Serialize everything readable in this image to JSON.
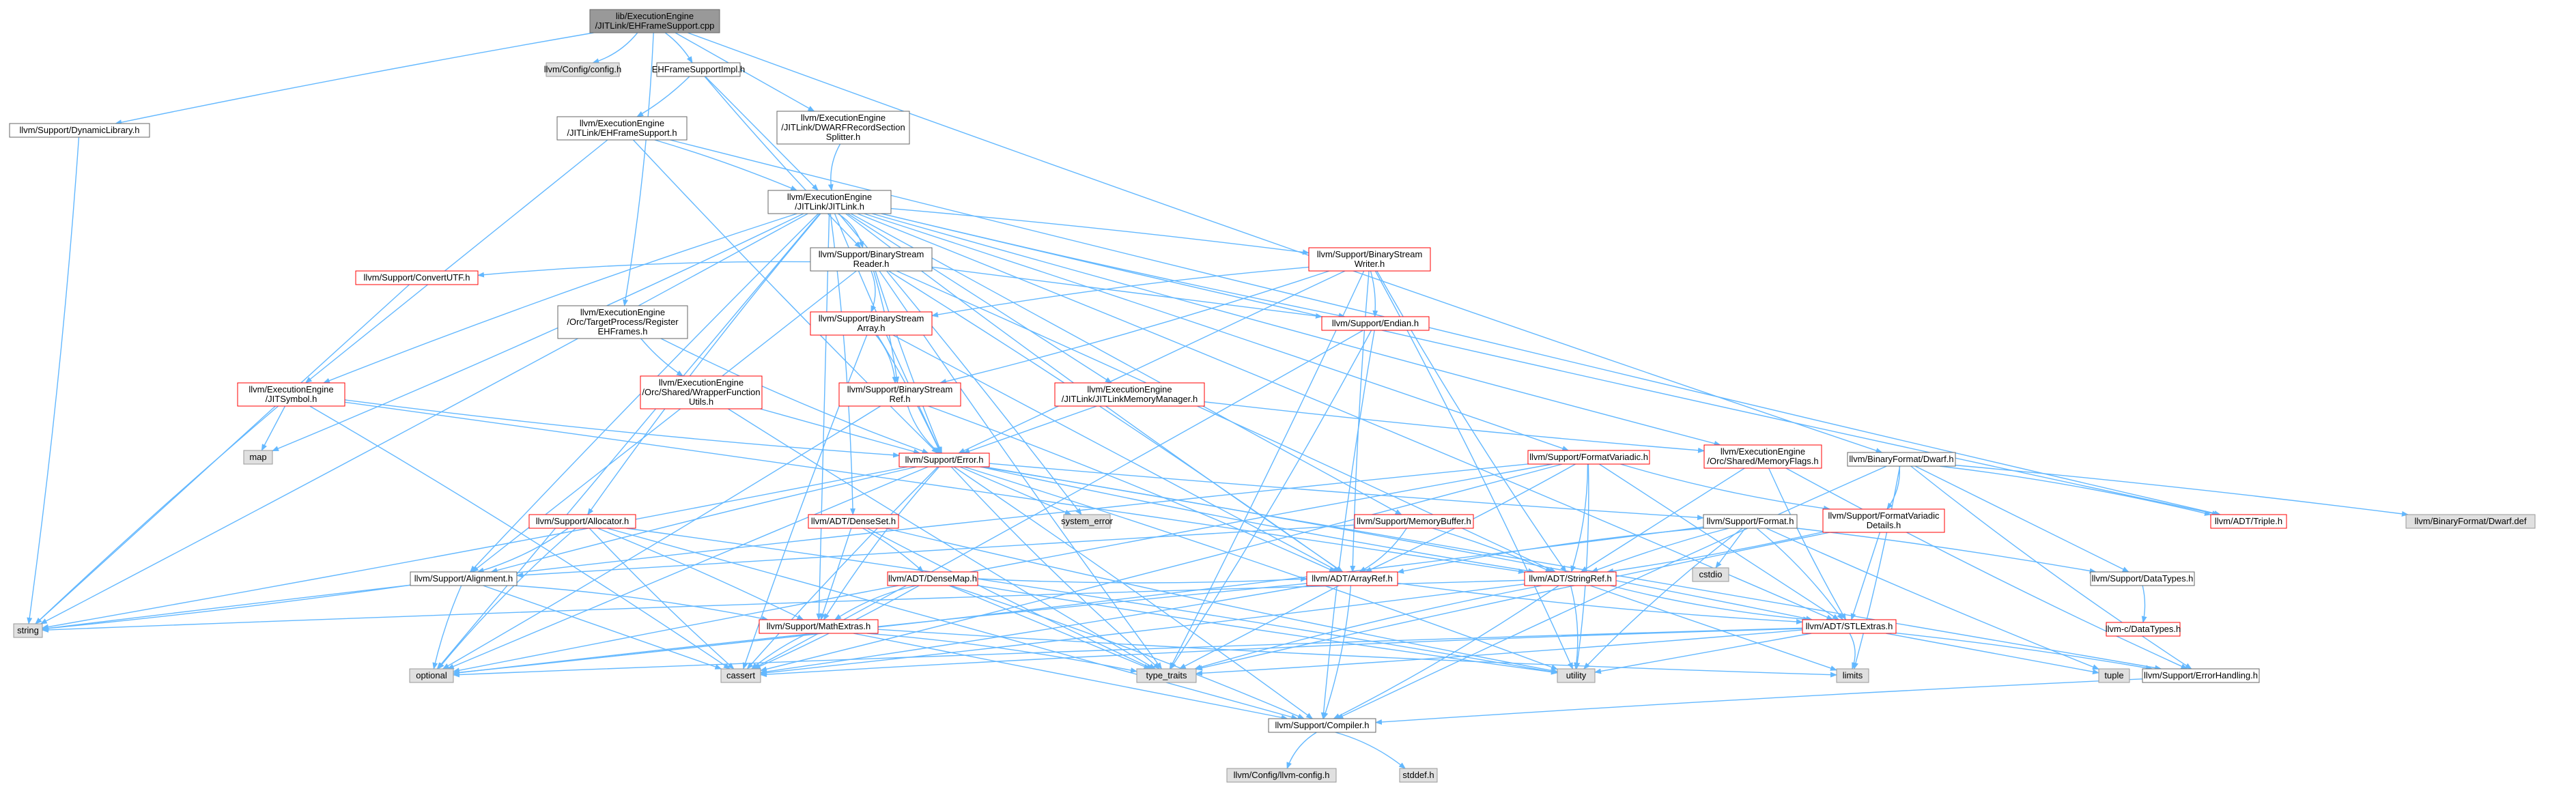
{
  "colors": {
    "edge": "#63b8ff",
    "root_fill": "#999999",
    "root_stroke": "#666666",
    "plain_fill": "#ffffff",
    "plain_stroke": "#666666",
    "red_fill": "#ffffff",
    "red_stroke": "#ff0000",
    "system_fill": "#e0e0e0",
    "system_stroke": "#999999"
  },
  "nodes": [
    {
      "id": "root",
      "lines": [
        "lib/ExecutionEngine",
        "/JITLink/EHFrameSupport.cpp"
      ],
      "style": "root"
    },
    {
      "id": "config",
      "lines": [
        "llvm/Config/config.h"
      ],
      "style": "system"
    },
    {
      "id": "ehimpl",
      "lines": [
        "EHFrameSupportImpl.h"
      ],
      "style": "plain"
    },
    {
      "id": "dwarfsplit",
      "lines": [
        "llvm/ExecutionEngine",
        "/JITLink/DWARFRecordSection",
        "Splitter.h"
      ],
      "style": "plain"
    },
    {
      "id": "dynlib",
      "lines": [
        "llvm/Support/DynamicLibrary.h"
      ],
      "style": "plain"
    },
    {
      "id": "ehsupport",
      "lines": [
        "llvm/ExecutionEngine",
        "/JITLink/EHFrameSupport.h"
      ],
      "style": "plain"
    },
    {
      "id": "jitlink",
      "lines": [
        "llvm/ExecutionEngine",
        "/JITLink/JITLink.h"
      ],
      "style": "plain"
    },
    {
      "id": "bsreader",
      "lines": [
        "llvm/Support/BinaryStream",
        "Reader.h"
      ],
      "style": "plain"
    },
    {
      "id": "bswriter",
      "lines": [
        "llvm/Support/BinaryStream",
        "Writer.h"
      ],
      "style": "red"
    },
    {
      "id": "convutf",
      "lines": [
        "llvm/Support/ConvertUTF.h"
      ],
      "style": "red"
    },
    {
      "id": "regeh",
      "lines": [
        "llvm/ExecutionEngine",
        "/Orc/TargetProcess/Register",
        "EHFrames.h"
      ],
      "style": "plain"
    },
    {
      "id": "bsarray",
      "lines": [
        "llvm/Support/BinaryStream",
        "Array.h"
      ],
      "style": "red"
    },
    {
      "id": "endian",
      "lines": [
        "llvm/Support/Endian.h"
      ],
      "style": "red"
    },
    {
      "id": "jitsym",
      "lines": [
        "llvm/ExecutionEngine",
        "/JITSymbol.h"
      ],
      "style": "red"
    },
    {
      "id": "wrapper",
      "lines": [
        "llvm/ExecutionEngine",
        "/Orc/Shared/WrapperFunction",
        "Utils.h"
      ],
      "style": "red"
    },
    {
      "id": "bsref",
      "lines": [
        "llvm/Support/BinaryStream",
        "Ref.h"
      ],
      "style": "red"
    },
    {
      "id": "jitmem",
      "lines": [
        "llvm/ExecutionEngine",
        "/JITLink/JITLinkMemoryManager.h"
      ],
      "style": "red"
    },
    {
      "id": "fmtvariadic",
      "lines": [
        "llvm/Support/FormatVariadic.h"
      ],
      "style": "red"
    },
    {
      "id": "memflags",
      "lines": [
        "llvm/ExecutionEngine",
        "/Orc/Shared/MemoryFlags.h"
      ],
      "style": "red"
    },
    {
      "id": "dwarf",
      "lines": [
        "llvm/BinaryFormat/Dwarf.h"
      ],
      "style": "plain"
    },
    {
      "id": "map",
      "lines": [
        "map"
      ],
      "style": "system"
    },
    {
      "id": "error",
      "lines": [
        "llvm/Support/Error.h"
      ],
      "style": "red"
    },
    {
      "id": "syserr",
      "lines": [
        "system_error"
      ],
      "style": "system"
    },
    {
      "id": "allocator",
      "lines": [
        "llvm/Support/Allocator.h"
      ],
      "style": "red"
    },
    {
      "id": "denseset",
      "lines": [
        "llvm/ADT/DenseSet.h"
      ],
      "style": "red"
    },
    {
      "id": "membuf",
      "lines": [
        "llvm/Support/MemoryBuffer.h"
      ],
      "style": "red"
    },
    {
      "id": "format",
      "lines": [
        "llvm/Support/Format.h"
      ],
      "style": "plain"
    },
    {
      "id": "fvdetails",
      "lines": [
        "llvm/Support/FormatVariadic",
        "Details.h"
      ],
      "style": "red"
    },
    {
      "id": "triple",
      "lines": [
        "llvm/ADT/Triple.h"
      ],
      "style": "red"
    },
    {
      "id": "dwarfdef",
      "lines": [
        "llvm/BinaryFormat/Dwarf.def"
      ],
      "style": "system"
    },
    {
      "id": "densemap",
      "lines": [
        "llvm/ADT/DenseMap.h"
      ],
      "style": "red"
    },
    {
      "id": "alignment",
      "lines": [
        "llvm/Support/Alignment.h"
      ],
      "style": "plain"
    },
    {
      "id": "cstdio",
      "lines": [
        "cstdio"
      ],
      "style": "system"
    },
    {
      "id": "arrayref",
      "lines": [
        "llvm/ADT/ArrayRef.h"
      ],
      "style": "red"
    },
    {
      "id": "stringref",
      "lines": [
        "llvm/ADT/StringRef.h"
      ],
      "style": "red"
    },
    {
      "id": "datatypes",
      "lines": [
        "llvm/Support/DataTypes.h"
      ],
      "style": "plain"
    },
    {
      "id": "cdatatypes",
      "lines": [
        "llvm-c/DataTypes.h"
      ],
      "style": "red"
    },
    {
      "id": "string",
      "lines": [
        "string"
      ],
      "style": "system"
    },
    {
      "id": "mathextras",
      "lines": [
        "llvm/Support/MathExtras.h"
      ],
      "style": "red"
    },
    {
      "id": "stlextras",
      "lines": [
        "llvm/ADT/STLExtras.h"
      ],
      "style": "red"
    },
    {
      "id": "optional",
      "lines": [
        "optional"
      ],
      "style": "system"
    },
    {
      "id": "cassert",
      "lines": [
        "cassert"
      ],
      "style": "system"
    },
    {
      "id": "typetraits",
      "lines": [
        "type_traits"
      ],
      "style": "system"
    },
    {
      "id": "utility",
      "lines": [
        "utility"
      ],
      "style": "system"
    },
    {
      "id": "limits",
      "lines": [
        "limits"
      ],
      "style": "system"
    },
    {
      "id": "tuple",
      "lines": [
        "tuple"
      ],
      "style": "system"
    },
    {
      "id": "errhandling",
      "lines": [
        "llvm/Support/ErrorHandling.h"
      ],
      "style": "plain"
    },
    {
      "id": "compiler",
      "lines": [
        "llvm/Support/Compiler.h"
      ],
      "style": "plain"
    },
    {
      "id": "llvmconfig",
      "lines": [
        "llvm/Config/llvm-config.h"
      ],
      "style": "system"
    },
    {
      "id": "stddef",
      "lines": [
        "stddef.h"
      ],
      "style": "system"
    }
  ],
  "edges": [
    [
      "root",
      "config"
    ],
    [
      "root",
      "ehimpl"
    ],
    [
      "root",
      "dwarfsplit"
    ],
    [
      "root",
      "dynlib"
    ],
    [
      "root",
      "dwarf"
    ],
    [
      "root",
      "regeh"
    ],
    [
      "ehimpl",
      "ehsupport"
    ],
    [
      "ehimpl",
      "jitlink"
    ],
    [
      "ehimpl",
      "bsreader"
    ],
    [
      "dwarfsplit",
      "jitlink"
    ],
    [
      "dynlib",
      "string"
    ],
    [
      "ehsupport",
      "jitlink"
    ],
    [
      "ehsupport",
      "jitsym"
    ],
    [
      "ehsupport",
      "error"
    ],
    [
      "ehsupport",
      "triple"
    ],
    [
      "jitlink",
      "bsreader"
    ],
    [
      "jitlink",
      "bswriter"
    ],
    [
      "jitlink",
      "jitmem"
    ],
    [
      "jitlink",
      "memflags"
    ],
    [
      "jitlink",
      "jitsym"
    ],
    [
      "jitlink",
      "map"
    ],
    [
      "jitlink",
      "string"
    ],
    [
      "jitlink",
      "optional"
    ],
    [
      "jitlink",
      "error"
    ],
    [
      "jitlink",
      "allocator"
    ],
    [
      "jitlink",
      "denseset"
    ],
    [
      "jitlink",
      "fmtvariadic"
    ],
    [
      "jitlink",
      "membuf"
    ],
    [
      "jitlink",
      "endian"
    ],
    [
      "jitlink",
      "triple"
    ],
    [
      "jitlink",
      "stlextras"
    ],
    [
      "jitlink",
      "syserr"
    ],
    [
      "jitlink",
      "mathextras"
    ],
    [
      "jitlink",
      "alignment"
    ],
    [
      "jitlink",
      "arrayref"
    ],
    [
      "bsreader",
      "bsarray"
    ],
    [
      "bsreader",
      "bsref"
    ],
    [
      "bsreader",
      "endian"
    ],
    [
      "bsreader",
      "error"
    ],
    [
      "bsreader",
      "convutf"
    ],
    [
      "bsreader",
      "arrayref"
    ],
    [
      "bsreader",
      "stringref"
    ],
    [
      "bsreader",
      "alignment"
    ],
    [
      "bsreader",
      "typetraits"
    ],
    [
      "bswriter",
      "bsarray"
    ],
    [
      "bswriter",
      "bsref"
    ],
    [
      "bswriter",
      "endian"
    ],
    [
      "bswriter",
      "error"
    ],
    [
      "bswriter",
      "arrayref"
    ],
    [
      "bswriter",
      "stringref"
    ],
    [
      "bswriter",
      "utility"
    ],
    [
      "bswriter",
      "typetraits"
    ],
    [
      "convutf",
      "string"
    ],
    [
      "regeh",
      "wrapper"
    ],
    [
      "regeh",
      "error"
    ],
    [
      "bsarray",
      "bsref"
    ],
    [
      "bsarray",
      "error"
    ],
    [
      "bsarray",
      "arrayref"
    ],
    [
      "bsarray",
      "cassert"
    ],
    [
      "endian",
      "compiler"
    ],
    [
      "endian",
      "typetraits"
    ],
    [
      "endian",
      "cassert"
    ],
    [
      "jitsym",
      "map"
    ],
    [
      "jitsym",
      "string"
    ],
    [
      "jitsym",
      "error"
    ],
    [
      "jitsym",
      "cassert"
    ],
    [
      "jitsym",
      "stringref"
    ],
    [
      "wrapper",
      "error"
    ],
    [
      "wrapper",
      "typetraits"
    ],
    [
      "bsref",
      "error"
    ],
    [
      "bsref",
      "arrayref"
    ],
    [
      "bsref",
      "optional"
    ],
    [
      "jitmem",
      "error"
    ],
    [
      "jitmem",
      "memflags"
    ],
    [
      "fmtvariadic",
      "fvdetails"
    ],
    [
      "fmtvariadic",
      "stringref"
    ],
    [
      "fmtvariadic",
      "arrayref"
    ],
    [
      "fmtvariadic",
      "stlextras"
    ],
    [
      "fmtvariadic",
      "optional"
    ],
    [
      "fmtvariadic",
      "string"
    ],
    [
      "fmtvariadic",
      "utility"
    ],
    [
      "fmtvariadic",
      "cassert"
    ],
    [
      "memflags",
      "stringref"
    ],
    [
      "memflags",
      "stlextras"
    ],
    [
      "memflags",
      "errhandling"
    ],
    [
      "dwarf",
      "triple"
    ],
    [
      "dwarf",
      "dwarfdef"
    ],
    [
      "dwarf",
      "datatypes"
    ],
    [
      "dwarf",
      "compiler"
    ],
    [
      "dwarf",
      "errhandling"
    ],
    [
      "dwarf",
      "fvdetails"
    ],
    [
      "dwarf",
      "limits"
    ],
    [
      "error",
      "syserr"
    ],
    [
      "error",
      "format"
    ],
    [
      "error",
      "stringref"
    ],
    [
      "error",
      "stlextras"
    ],
    [
      "error",
      "string"
    ],
    [
      "error",
      "optional"
    ],
    [
      "error",
      "cassert"
    ],
    [
      "error",
      "typetraits"
    ],
    [
      "error",
      "utility"
    ],
    [
      "error",
      "compiler"
    ],
    [
      "error",
      "errhandling"
    ],
    [
      "error",
      "alignment"
    ],
    [
      "error",
      "mathextras"
    ],
    [
      "allocator",
      "alignment"
    ],
    [
      "allocator",
      "mathextras"
    ],
    [
      "allocator",
      "compiler"
    ],
    [
      "allocator",
      "cassert"
    ],
    [
      "allocator",
      "optional"
    ],
    [
      "allocator",
      "utility"
    ],
    [
      "denseset",
      "densemap"
    ],
    [
      "denseset",
      "mathextras"
    ],
    [
      "denseset",
      "typetraits"
    ],
    [
      "denseset",
      "utility"
    ],
    [
      "membuf",
      "arrayref"
    ],
    [
      "membuf",
      "stringref"
    ],
    [
      "membuf",
      "alignment"
    ],
    [
      "format",
      "stringref"
    ],
    [
      "format",
      "arrayref"
    ],
    [
      "format",
      "stlextras"
    ],
    [
      "format",
      "datatypes"
    ],
    [
      "format",
      "cstdio"
    ],
    [
      "format",
      "tuple"
    ],
    [
      "format",
      "utility"
    ],
    [
      "format",
      "optional"
    ],
    [
      "fvdetails",
      "stringref"
    ],
    [
      "fvdetails",
      "stlextras"
    ],
    [
      "fvdetails",
      "typetraits"
    ],
    [
      "densemap",
      "mathextras"
    ],
    [
      "densemap",
      "compiler"
    ],
    [
      "densemap",
      "cassert"
    ],
    [
      "densemap",
      "typetraits"
    ],
    [
      "densemap",
      "utility"
    ],
    [
      "densemap",
      "arrayref"
    ],
    [
      "alignment",
      "mathextras"
    ],
    [
      "alignment",
      "string"
    ],
    [
      "alignment",
      "cassert"
    ],
    [
      "alignment",
      "optional"
    ],
    [
      "arrayref",
      "stlextras"
    ],
    [
      "arrayref",
      "compiler"
    ],
    [
      "arrayref",
      "cassert"
    ],
    [
      "arrayref",
      "typetraits"
    ],
    [
      "arrayref",
      "optional"
    ],
    [
      "stringref",
      "stlextras"
    ],
    [
      "stringref",
      "compiler"
    ],
    [
      "stringref",
      "cassert"
    ],
    [
      "stringref",
      "limits"
    ],
    [
      "stringref",
      "string"
    ],
    [
      "stringref",
      "typetraits"
    ],
    [
      "stringref",
      "utility"
    ],
    [
      "datatypes",
      "cdatatypes"
    ],
    [
      "mathextras",
      "compiler"
    ],
    [
      "mathextras",
      "cassert"
    ],
    [
      "mathextras",
      "limits"
    ],
    [
      "mathextras",
      "typetraits"
    ],
    [
      "stlextras",
      "errhandling"
    ],
    [
      "stlextras",
      "tuple"
    ],
    [
      "stlextras",
      "optional"
    ],
    [
      "stlextras",
      "cassert"
    ],
    [
      "stlextras",
      "limits"
    ],
    [
      "stlextras",
      "typetraits"
    ],
    [
      "stlextras",
      "utility"
    ],
    [
      "errhandling",
      "compiler"
    ],
    [
      "compiler",
      "llvmconfig"
    ],
    [
      "compiler",
      "stddef"
    ]
  ]
}
